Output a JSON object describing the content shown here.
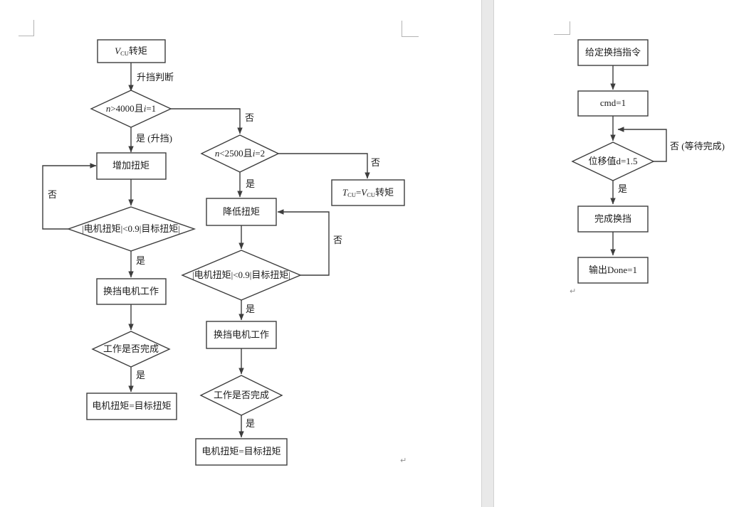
{
  "colors": {
    "line": "#3d3d3d",
    "text": "#1c1c1c",
    "page_bg": "#ffffff",
    "gap_fill": "#e9e9e9",
    "gap_border": "#d2d2d2",
    "crop_mark": "#b4b4b4",
    "pilcrow": "#8f8f8f"
  },
  "f1": {
    "start": {
      "v": "V",
      "sub": "CU",
      "rest": "转矩"
    },
    "edge_shift_judge": "升挡判断",
    "d_up": {
      "v1": "n",
      "mid": ">4000且",
      "v2": "i",
      "tail": "=1"
    },
    "edge_yes_upshift": "是 (升挡)",
    "edge_no_1": "否",
    "box_increase": "增加扭矩",
    "edge_no_loop_left": "否",
    "d_torque_left": "|电机扭矩|<0.9|目标扭矩|",
    "edge_yes_1": "是",
    "box_motor_left": "换挡电机工作",
    "d_done_left": "工作是否完成",
    "edge_yes_2": "是",
    "box_final_left": "电机扭矩=目标扭矩",
    "d_down": {
      "v1": "n",
      "mid": "<2500且",
      "v2": "i",
      "tail": "=2"
    },
    "edge_no_2": "否",
    "tcu": {
      "v1": "T",
      "sub1": "CU",
      "eq": "=",
      "v2": "V",
      "sub2": "CU",
      "rest": "转矩"
    },
    "edge_yes_3": "是",
    "box_decrease": "降低扭矩",
    "d_torque_mid": "|电机扭矩|<0.9|目标扭矩|",
    "edge_no_loop_mid": "否",
    "edge_yes_4": "是",
    "box_motor_mid": "换挡电机工作",
    "d_done_mid": "工作是否完成",
    "edge_yes_5": "是",
    "box_final_mid": "电机扭矩=目标扭矩",
    "pilcrow": "↵"
  },
  "f2": {
    "box_command": "给定换挡指令",
    "box_cmd": "cmd=1",
    "d_disp": "位移值d=1.5",
    "edge_no_wait": "否 (等待完成)",
    "edge_yes": "是",
    "box_finish": "完成换挡",
    "box_output": "输出Done=1",
    "pilcrow": "↵"
  }
}
